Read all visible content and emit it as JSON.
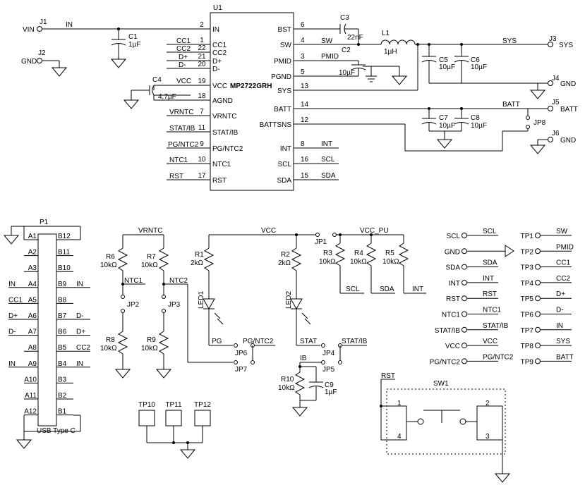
{
  "u1": {
    "ref": "U1",
    "part": "MP2722GRH",
    "left_pins": [
      {
        "num": "2",
        "name": "IN"
      },
      {
        "num": "1",
        "name": "CC1"
      },
      {
        "num": "22",
        "name": "CC2"
      },
      {
        "num": "21",
        "name": "D+"
      },
      {
        "num": "20",
        "name": "D-"
      },
      {
        "num": "19",
        "name": "VCC"
      },
      {
        "num": "18",
        "name": "AGND"
      },
      {
        "num": "7",
        "name": "VRNTC"
      },
      {
        "num": "11",
        "name": "STAT/IB"
      },
      {
        "num": "9",
        "name": "PG/NTC2"
      },
      {
        "num": "10",
        "name": "NTC1"
      },
      {
        "num": "17",
        "name": "RST"
      }
    ],
    "right_pins": [
      {
        "num": "6",
        "name": "BST"
      },
      {
        "num": "4",
        "name": "SW"
      },
      {
        "num": "3",
        "name": "PMID"
      },
      {
        "num": "5",
        "name": "PGND"
      },
      {
        "num": "13",
        "name": "SYS"
      },
      {
        "num": "14",
        "name": "BATT"
      },
      {
        "num": "12",
        "name": "BATTSNS"
      },
      {
        "num": "8",
        "name": "INT"
      },
      {
        "num": "16",
        "name": "SCL"
      },
      {
        "num": "15",
        "name": "SDA"
      }
    ]
  },
  "nets": {
    "in": "IN",
    "sw": "SW",
    "pmid": "PMID",
    "sys": "SYS",
    "batt": "BATT",
    "cc1": "CC1",
    "cc2": "CC2",
    "dp": "D+",
    "dm": "D-",
    "vcc": "VCC",
    "vrntc": "VRNTC",
    "statib": "STAT/IB",
    "pgntc2": "PG/NTC2",
    "ntc1": "NTC1",
    "rst": "RST",
    "int": "INT",
    "scl": "SCL",
    "sda": "SDA",
    "ntc2": "NTC2",
    "pg": "PG",
    "stat": "STAT",
    "ib": "IB",
    "vcc_pu": "VCC_PU"
  },
  "connectors": {
    "j1": "J1",
    "vin": "VIN",
    "j2": "J2",
    "gnd": "GND",
    "j3": "J3",
    "j4": "J4",
    "j5": "J5",
    "j6": "J6",
    "sys": "SYS",
    "batt": "BATT"
  },
  "components": {
    "c1": {
      "ref": "C1",
      "value": "1µF"
    },
    "c2": {
      "ref": "C2",
      "value": "10µF"
    },
    "c3": {
      "ref": "C3",
      "value": "22nF"
    },
    "c4": {
      "ref": "C4",
      "value": "4.7µF"
    },
    "c5": {
      "ref": "C5",
      "value": "10µF"
    },
    "c6": {
      "ref": "C6",
      "value": "10µF"
    },
    "c7": {
      "ref": "C7",
      "value": "10µF"
    },
    "c8": {
      "ref": "C8",
      "value": "10µF"
    },
    "c9": {
      "ref": "C9",
      "value": "1µF"
    },
    "l1": {
      "ref": "L1",
      "value": "1µH"
    },
    "r1": {
      "ref": "R1",
      "value": "2kΩ"
    },
    "r2": {
      "ref": "R2",
      "value": "2kΩ"
    },
    "r3": {
      "ref": "R3",
      "value": "10kΩ"
    },
    "r4": {
      "ref": "R4",
      "value": "10kΩ"
    },
    "r5": {
      "ref": "R5",
      "value": "10kΩ"
    },
    "r6": {
      "ref": "R6",
      "value": "10kΩ"
    },
    "r7": {
      "ref": "R7",
      "value": "10kΩ"
    },
    "r8": {
      "ref": "R8",
      "value": "10kΩ"
    },
    "r9": {
      "ref": "R9",
      "value": "10kΩ"
    },
    "r10": {
      "ref": "R10",
      "value": "10kΩ"
    },
    "led1": "LED1",
    "led2": "LED2",
    "jp1": "JP1",
    "jp2": "JP2",
    "jp3": "JP3",
    "jp4": "JP4",
    "jp5": "JP5",
    "jp6": "JP6",
    "jp7": "JP7",
    "jp8": "JP8"
  },
  "usb": {
    "ref": "P1",
    "name": "USB Type C",
    "a_pins": [
      "A1",
      "A2",
      "A3",
      "A4",
      "A5",
      "A6",
      "A7",
      "A8",
      "A9",
      "A10",
      "A11",
      "A12"
    ],
    "b_pins": [
      "B12",
      "B11",
      "B10",
      "B9",
      "B8",
      "B7",
      "B6",
      "B5",
      "B4",
      "B3",
      "B2",
      "B1"
    ],
    "a_nets": [
      "",
      "",
      "",
      "IN",
      "CC1",
      "D+",
      "D-",
      "",
      "IN",
      "",
      "",
      ""
    ],
    "b_nets": [
      "",
      "",
      "",
      "IN",
      "",
      "D-",
      "D+",
      "CC2",
      "IN",
      "",
      "",
      ""
    ]
  },
  "labels_left": [
    "SCL",
    "GND",
    "SDA",
    "INT",
    "RST",
    "NTC1",
    "STAT/IB",
    "VCC",
    "PG/NTC2"
  ],
  "labels_left_nets": [
    "SCL",
    "",
    "SDA",
    "INT",
    "RST",
    "NTC1",
    "STAT/IB",
    "VCC",
    "PG/NTC2"
  ],
  "test_points": [
    "TP1",
    "TP2",
    "TP3",
    "TP4",
    "TP5",
    "TP6",
    "TP7",
    "TP8",
    "TP9"
  ],
  "test_point_nets": [
    "SW",
    "PMID",
    "CC1",
    "CC2",
    "D+",
    "D-",
    "IN",
    "SYS",
    "BATT"
  ],
  "test_pads": [
    "TP10",
    "TP11",
    "TP12"
  ],
  "switch": {
    "ref": "SW1",
    "net": "RST",
    "pins": [
      "1",
      "2",
      "3",
      "4"
    ]
  }
}
